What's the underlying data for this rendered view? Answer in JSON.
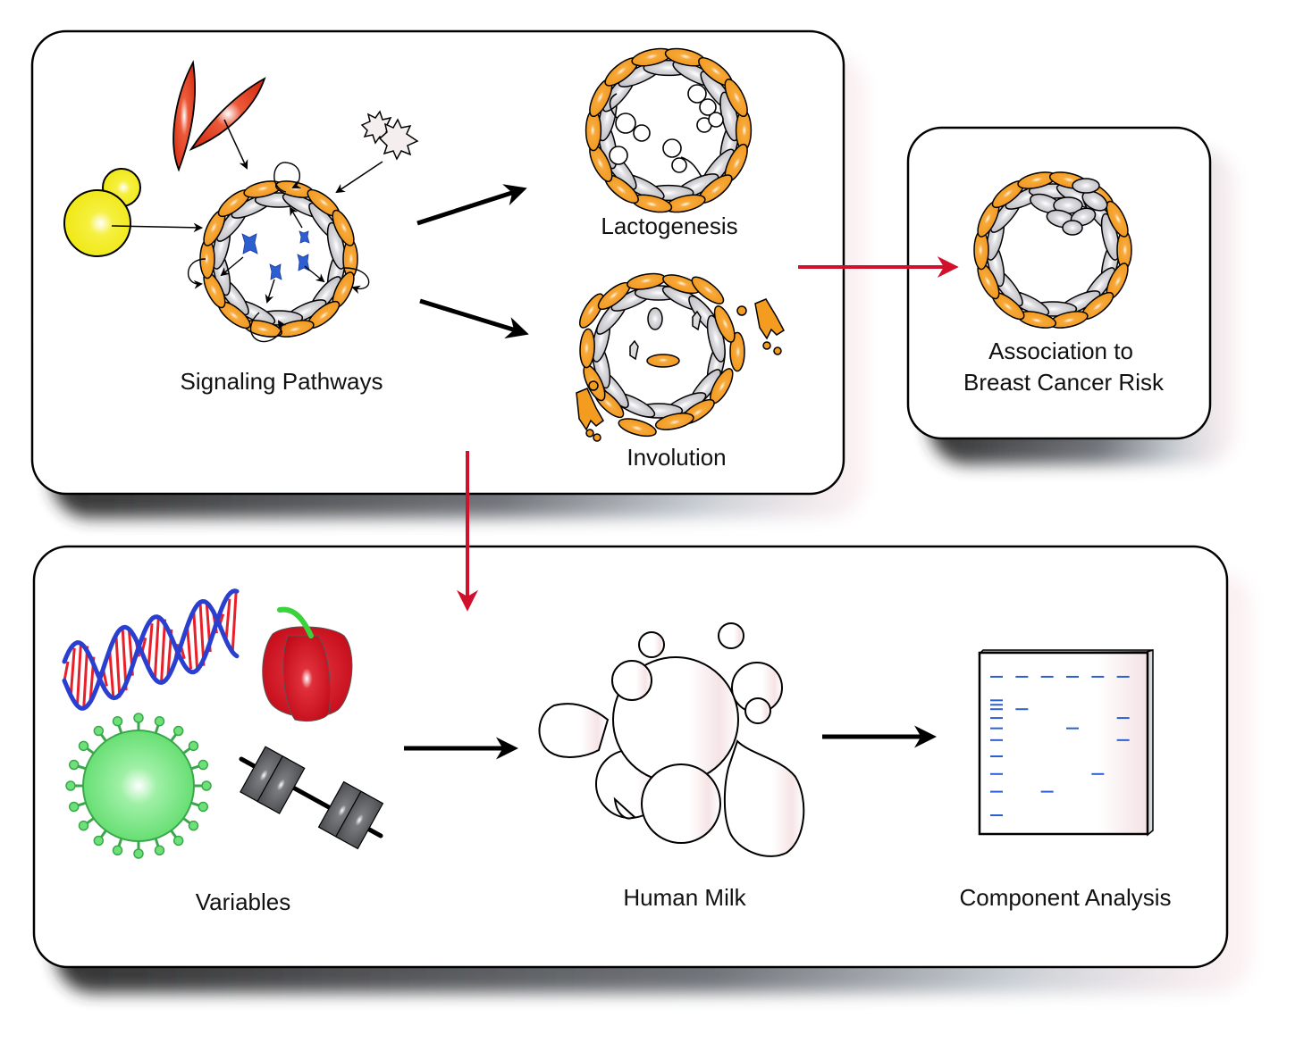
{
  "figure": {
    "panels": {
      "top": {
        "items": [
          {
            "id": "signaling",
            "label": "Signaling Pathways"
          },
          {
            "id": "lactogenesis",
            "label": "Lactogenesis"
          },
          {
            "id": "involution",
            "label": "Involution"
          }
        ]
      },
      "risk": {
        "label_line1": "Association to",
        "label_line2": "Breast Cancer Risk"
      },
      "bottom": {
        "items": [
          {
            "id": "variables",
            "label": "Variables",
            "icons": [
              "dna-icon",
              "bell-pepper-icon",
              "virus-icon",
              "dumbbell-icon"
            ]
          },
          {
            "id": "human-milk",
            "label": "Human Milk"
          },
          {
            "id": "component-analysis",
            "label": "Component Analysis"
          }
        ]
      }
    },
    "colors": {
      "orange_cell": "#f39c1f",
      "grey_cell": "#c8c8cc",
      "red_arrow": "#d0112b",
      "black_arrow": "#000000",
      "gel_band": "#2e5fd1",
      "yellow_cell": "#f2ee1a",
      "red_fibroblast": "#e33a1e",
      "virus_green": "#6ee07a",
      "dna_blue": "#2a3fd0",
      "dna_red": "#e8202a",
      "pepper_red": "#d4101f",
      "blue_receptor": "#2e5fd1"
    },
    "gel": {
      "lanes": 6,
      "bands": [
        [
          0.06,
          0.22,
          0.25,
          0.28,
          0.34,
          0.41,
          0.49,
          0.6,
          0.72,
          0.84,
          1.0
        ],
        [
          0.06,
          0.28
        ],
        [
          0.06,
          0.84
        ],
        [
          0.06,
          0.41
        ],
        [
          0.06,
          0.72
        ],
        [
          0.06,
          0.34,
          0.49
        ]
      ]
    }
  }
}
